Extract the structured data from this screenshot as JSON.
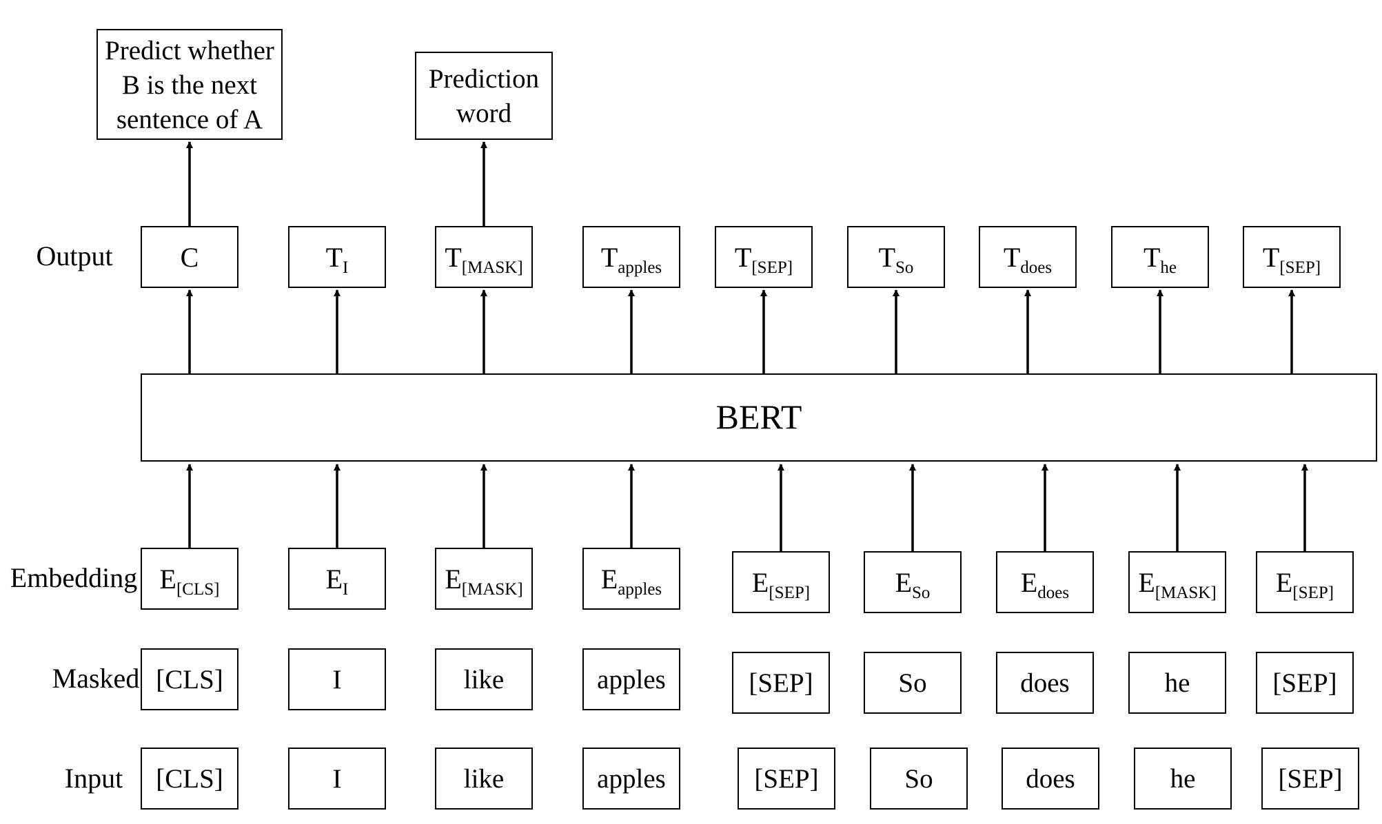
{
  "row_labels": {
    "output": "Output",
    "embedding": "Embedding",
    "masked": "Masked",
    "input": "Input"
  },
  "top_boxes": {
    "nsp": [
      "Predict whether",
      "B is the next",
      "sentence of A"
    ],
    "prediction": [
      "Prediction",
      "word"
    ]
  },
  "bert_label": "BERT",
  "output_tokens": [
    {
      "base": "C",
      "sub": ""
    },
    {
      "base": "T",
      "sub": "I"
    },
    {
      "base": "T",
      "sub": "[MASK]"
    },
    {
      "base": "T",
      "sub": "apples"
    },
    {
      "base": "T",
      "sub": "[SEP]"
    },
    {
      "base": "T",
      "sub": "So"
    },
    {
      "base": "T",
      "sub": "does"
    },
    {
      "base": "T",
      "sub": "he"
    },
    {
      "base": "T",
      "sub": "[SEP]"
    }
  ],
  "embedding_tokens": [
    {
      "base": "E",
      "sub": "[CLS]"
    },
    {
      "base": "E",
      "sub": "I"
    },
    {
      "base": "E",
      "sub": "[MASK]"
    },
    {
      "base": "E",
      "sub": "apples"
    },
    {
      "base": "E",
      "sub": "[SEP]"
    },
    {
      "base": "E",
      "sub": "So"
    },
    {
      "base": "E",
      "sub": "does"
    },
    {
      "base": "E",
      "sub": "[MASK]"
    },
    {
      "base": "E",
      "sub": "[SEP]"
    }
  ],
  "masked_tokens": [
    "[CLS]",
    "I",
    "like",
    "apples",
    "[SEP]",
    "So",
    "does",
    "he",
    "[SEP]"
  ],
  "input_tokens": [
    "[CLS]",
    "I",
    "like",
    "apples",
    "[SEP]",
    "So",
    "does",
    "he",
    "[SEP]"
  ]
}
